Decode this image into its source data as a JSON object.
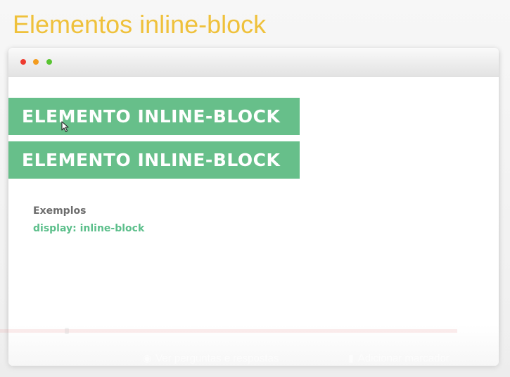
{
  "slide": {
    "title": "Elementos inline-block"
  },
  "browser": {
    "controls": [
      "close",
      "minimize",
      "maximize"
    ]
  },
  "demo": {
    "boxes": [
      {
        "label": "ELEMENTO INLINE-BLOCK"
      },
      {
        "label": "ELEMENTO INLINE-BLOCK"
      }
    ],
    "examples_label": "Exemplos",
    "examples_code": "display: inline-block"
  },
  "player": {
    "questions_label": "Ver perguntas e respostas",
    "questions_icon": "chat-icon",
    "bookmark_label": "Adicionar marcador",
    "bookmark_icon": "bookmark-icon"
  },
  "colors": {
    "title": "#efc13b",
    "box_bg": "#67bf8a",
    "code_text": "#5cbf8b",
    "label_text": "#6d6d6d",
    "dot_red": "#ee3b2f",
    "dot_orange": "#f39c1e",
    "dot_green": "#59c432"
  }
}
